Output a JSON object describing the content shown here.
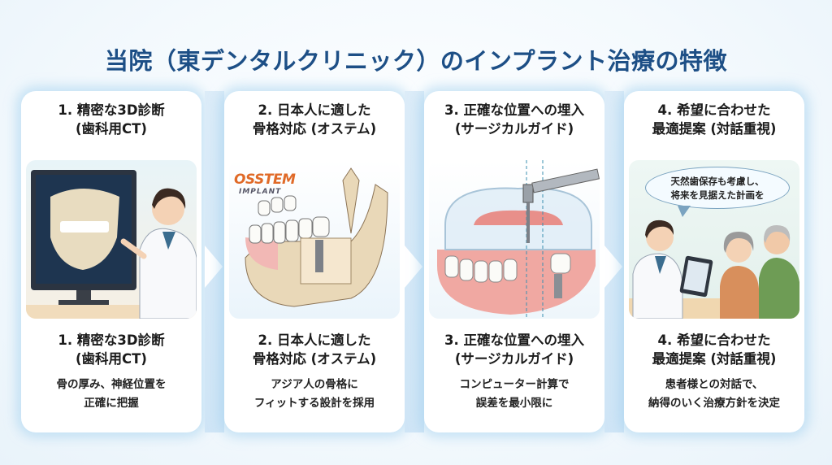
{
  "title": "当院（東デンタルクリニック）のインプラント治療の特徴",
  "colors": {
    "title": "#1d4f86",
    "card_glow": "#a0d0ee",
    "osstem_orange": "#e06a28"
  },
  "cards": [
    {
      "heading_line1": "1. 精密な3D診断",
      "heading_line2": "(歯科用CT)",
      "sub_heading_line1": "1. 精密な3D診断",
      "sub_heading_line2": "(歯科用CT)",
      "desc_line1": "骨の厚み、神経位置を",
      "desc_line2": "正確に把握",
      "illustration": "dentist-pointing-at-ct-monitor"
    },
    {
      "heading_line1": "2. 日本人に適した",
      "heading_line2": "骨格対応 (オステム)",
      "sub_heading_line1": "2. 日本人に適した",
      "sub_heading_line2": "骨格対応 (オステム)",
      "desc_line1": "アジア人の骨格に",
      "desc_line2": "フィットする設計を採用",
      "illustration": "jaw-cross-section-implant",
      "logo_brand": "OSSTEM",
      "logo_sub": "IMPLANT"
    },
    {
      "heading_line1": "3. 正確な位置への埋入",
      "heading_line2": "(サージカルガイド)",
      "sub_heading_line1": "3. 正確な位置への埋入",
      "sub_heading_line2": "(サージカルガイド)",
      "desc_line1": "コンピューター計算で",
      "desc_line2": "誤差を最小限に",
      "illustration": "surgical-guide-drill"
    },
    {
      "heading_line1": "4. 希望に合わせた",
      "heading_line2": "最適提案 (対話重視)",
      "sub_heading_line1": "4. 希望に合わせた",
      "sub_heading_line2": "最適提案 (対話重視)",
      "desc_line1": "患者様との対話で、",
      "desc_line2": "納得のいく治療方針を決定",
      "illustration": "dentist-consulting-elderly-couple",
      "speech_line1": "天然歯保存も考慮し、",
      "speech_line2": "将来を見据えた計画を"
    }
  ]
}
